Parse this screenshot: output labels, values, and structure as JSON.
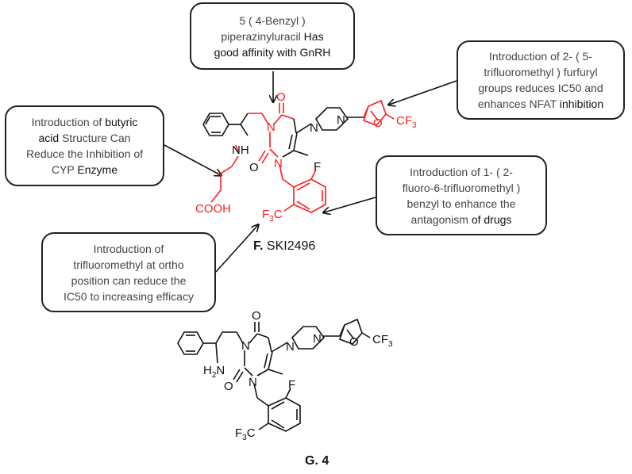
{
  "callouts": {
    "gnrh": {
      "line1": "5 ( 4-Benzyl )",
      "line2a": "piperazinyluracil",
      "line2b": " Has",
      "line3": "good affinity with GnRH"
    },
    "furfuryl": {
      "line1": "Introduction of 2- ( 5-",
      "line2a": "trifluoromethyl ) furfuryl",
      "line3": "groups reduces IC50 and",
      "line4a": "enhances NFAT ",
      "line4b": "inhibition"
    },
    "butyric": {
      "line1": "Introduction of ",
      "line1b": "butyric",
      "line2a": "acid",
      "line2b": " Structure Can",
      "line3": "Reduce the Inhibition of",
      "line4a": "CYP ",
      "line4b": "Enzyme"
    },
    "benzyl": {
      "line1": "Introduction of 1- ( 2-",
      "line2": "fluoro-6-trifluoromethyl )",
      "line3": "benzyl to enhance the",
      "line4a": "antagonism ",
      "line4b": "of drugs"
    },
    "ortho": {
      "line1": "Introduction of",
      "line2": "trifluoromethyl at ortho",
      "line3": "position can reduce the",
      "line4": "IC50 to increasing efficacy"
    }
  },
  "captions": {
    "f_label": "F.",
    "f_name": "SKI2496",
    "g_label": "G. 4"
  },
  "molecule_f": {
    "atoms": {
      "O_top": "O",
      "O_left": "O",
      "N1": "N",
      "N3": "N",
      "N_pip1": "N",
      "N_pip2": "N",
      "NH": "NH",
      "O_furan": "O",
      "CF3_furan": "CF",
      "sub3": "3",
      "F": "F",
      "CF3_benzyl": "F",
      "CF3_c": "C",
      "cooh": "COOH"
    }
  },
  "molecule_g": {
    "atoms": {
      "O_top": "O",
      "O_left": "O",
      "N1": "N",
      "N3": "N",
      "N_pip1": "N",
      "N_pip2": "N",
      "H2N": "H",
      "H2N_sub": "2",
      "H2N_N": "N",
      "O_furan": "O",
      "CF3_furan": "CF",
      "sub3": "3",
      "F": "F",
      "CF3_benzyl": "F",
      "CF3_c": "C"
    }
  },
  "colors": {
    "highlight": "#ff1a1a",
    "ink": "#111111",
    "callout_text": "#444444"
  }
}
